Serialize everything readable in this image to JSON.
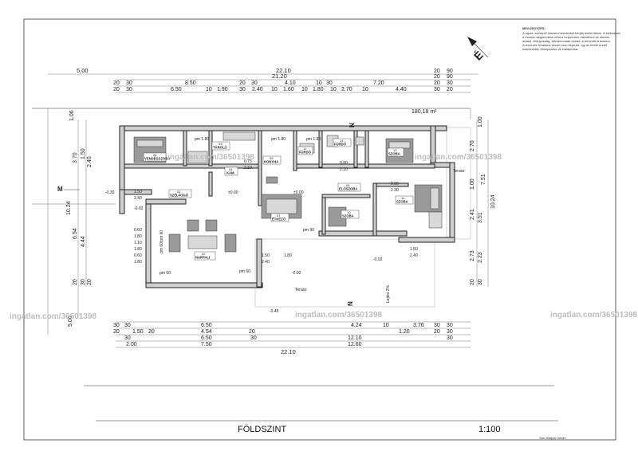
{
  "sheet": {
    "title": "FÖLDSZINT",
    "scale": "1:100",
    "note_title": "MEGJEGYZÉS:",
    "note_lines": [
      "A rajzon szereplő összes méretezést kérjük leellenőrizni. A kivitelezés",
      "a munka megkezdése előtt a helyszínen ellenőrizni az összes",
      "adatot. Hiányosság, ellentmondás esetén a tervezőt értesíteni.",
      "A tervezés hivatalos részét nem képezik, így az ebből eredő",
      "szerkezetek elhelyezése és kialakítása."
    ],
    "watermark": "ingatlan.com/36501398",
    "footer_small": "Sán-Magyar István",
    "area": "180,18 m²",
    "north_symbol": "É"
  },
  "top_dims": {
    "row1": [
      "5.00",
      "22.10"
    ],
    "row1_right": [
      "20",
      "90"
    ],
    "row2": [
      "21.20"
    ],
    "row2_right": [
      "20",
      "90"
    ],
    "row3": [
      "20",
      "30",
      "8.50",
      "20",
      "30",
      "4.10",
      "10",
      "30",
      "7.20",
      "20",
      "30"
    ],
    "row4": [
      "20",
      "30",
      "6.50",
      "10",
      "1.90",
      "30",
      "2.40",
      "10",
      "1.60",
      "10",
      "1.80",
      "10",
      "2.70",
      "10",
      "4.40",
      "30",
      "20"
    ]
  },
  "bottom_dims": {
    "row1": [
      "30",
      "30",
      "6.50",
      "4.24",
      "10",
      "3.76",
      "30",
      "30"
    ],
    "row2": [
      "20",
      "1.50",
      "20",
      "4.54",
      "20",
      "1.20",
      "20",
      "30"
    ],
    "row3": [
      "30",
      "6.50",
      "30",
      "12.10",
      "30"
    ],
    "row4": [
      "2.00",
      "7.50",
      "12.60"
    ],
    "row5": [
      "22.10"
    ]
  },
  "left_dims": [
    "1.06",
    "3.70",
    "1.50",
    "2.40",
    "10.24",
    "6.54",
    "4.44",
    "20",
    "30",
    "20",
    "5.00"
  ],
  "right_dims": [
    "1.00",
    "2.70",
    "1.00",
    "7.51",
    "10.24",
    "2.41",
    "3.51",
    "2.73",
    "2.23",
    "20",
    "30"
  ],
  "rooms": [
    {
      "num": "06",
      "name": "VENDÉGSZOBA"
    },
    {
      "num": "03",
      "name": "TÁROLÓ"
    },
    {
      "num": "04",
      "name": "KAM."
    },
    {
      "num": "05",
      "name": "KONYHA"
    },
    {
      "num": "12",
      "name": "FÜRDŐ"
    },
    {
      "num": "14",
      "name": "FÜRDŐ"
    },
    {
      "num": "13",
      "name": "SZOBA"
    },
    {
      "num": "01",
      "name": "SZÉLFOGÓ"
    },
    {
      "num": "08",
      "name": "ELŐSZOBA"
    },
    {
      "num": "10",
      "name": "SZOBA"
    },
    {
      "num": "11",
      "name": "SZOBA"
    },
    {
      "num": "07",
      "name": "ÉTKEZŐ"
    },
    {
      "num": "02",
      "name": "NAPPALI"
    }
  ],
  "labels": {
    "pm_180_a": "pm 1.80",
    "pm_180_b": "pm 1.80",
    "pm_180_c": "pm 1.80",
    "pm_90": "pm 90",
    "pm_60_a": "pm 60",
    "pm_60_b": "pm 60",
    "pm_60_left": "pm 60/pm 60",
    "pm_60_left2": "pm 60/pm 60",
    "level_0": "±0.00",
    "level_0b": "±0.00",
    "level_m002": "-0.02",
    "level_m002b": "-0.02",
    "level_m002c": "-0.02",
    "level_m030": "-0.30",
    "level_m045": "-0.45",
    "terasz_a": "Terasz",
    "terasz_b": "Terasz",
    "slope": "Lejtés 2%",
    "cut_m": "M",
    "cut_n_top": "N",
    "cut_n_bottom": "N",
    "win_060": "0.60",
    "win_180": "1.80",
    "win_110": "1.10",
    "win_180b": "1.80",
    "win_060b": "0.60",
    "win_180c": "1.80",
    "d_150": "1.50",
    "d_240": "2.40",
    "d_075": "0.75",
    "d_210": "2.10",
    "d_090": "0.90",
    "d_210b": "2.10",
    "d_090b": "0.90",
    "d_230": "2.30",
    "d_180": "1.80",
    "d_150b": "1.50",
    "d_240b": "2.40",
    "d_1_50_left": "1.50",
    "d_2_40_left": "2.40"
  }
}
